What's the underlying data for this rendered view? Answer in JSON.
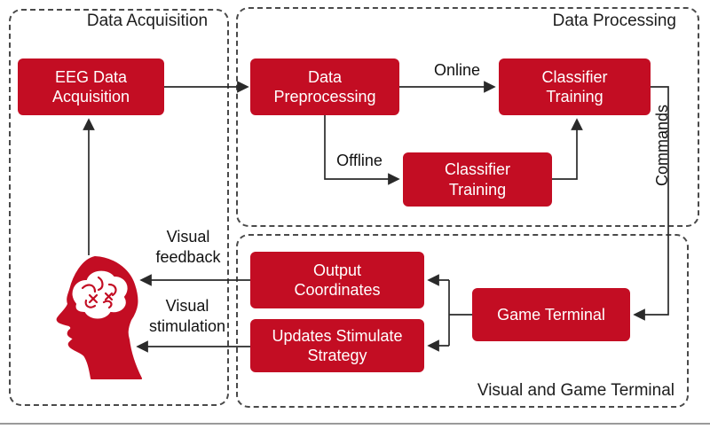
{
  "figure": {
    "sections": {
      "data_acquisition": "Data Acquisition",
      "data_processing": "Data Processing",
      "visual_game_terminal": "Visual and Game Terminal"
    },
    "nodes": {
      "eeg": "EEG Data Acquisition",
      "preprocessing": "Data Preprocessing",
      "classifier_online": "Classifier Training",
      "classifier_offline": "Classifier Training",
      "output_coordinates": "Output Coordinates",
      "updates_strategy": "Updates Stimulate Strategy",
      "game_terminal": "Game Terminal"
    },
    "labels": {
      "online": "Online",
      "offline": "Offline",
      "commands": "Commands",
      "visual_feedback": "Visual feedback",
      "visual_stimulation": "Visual stimulation"
    },
    "icons": {
      "head": "head-with-brain-icon"
    },
    "colors": {
      "node_fill": "#c30d23",
      "node_text": "#ffffff",
      "section_border": "#4a4a4a",
      "arrow": "#2a2a2a"
    }
  }
}
